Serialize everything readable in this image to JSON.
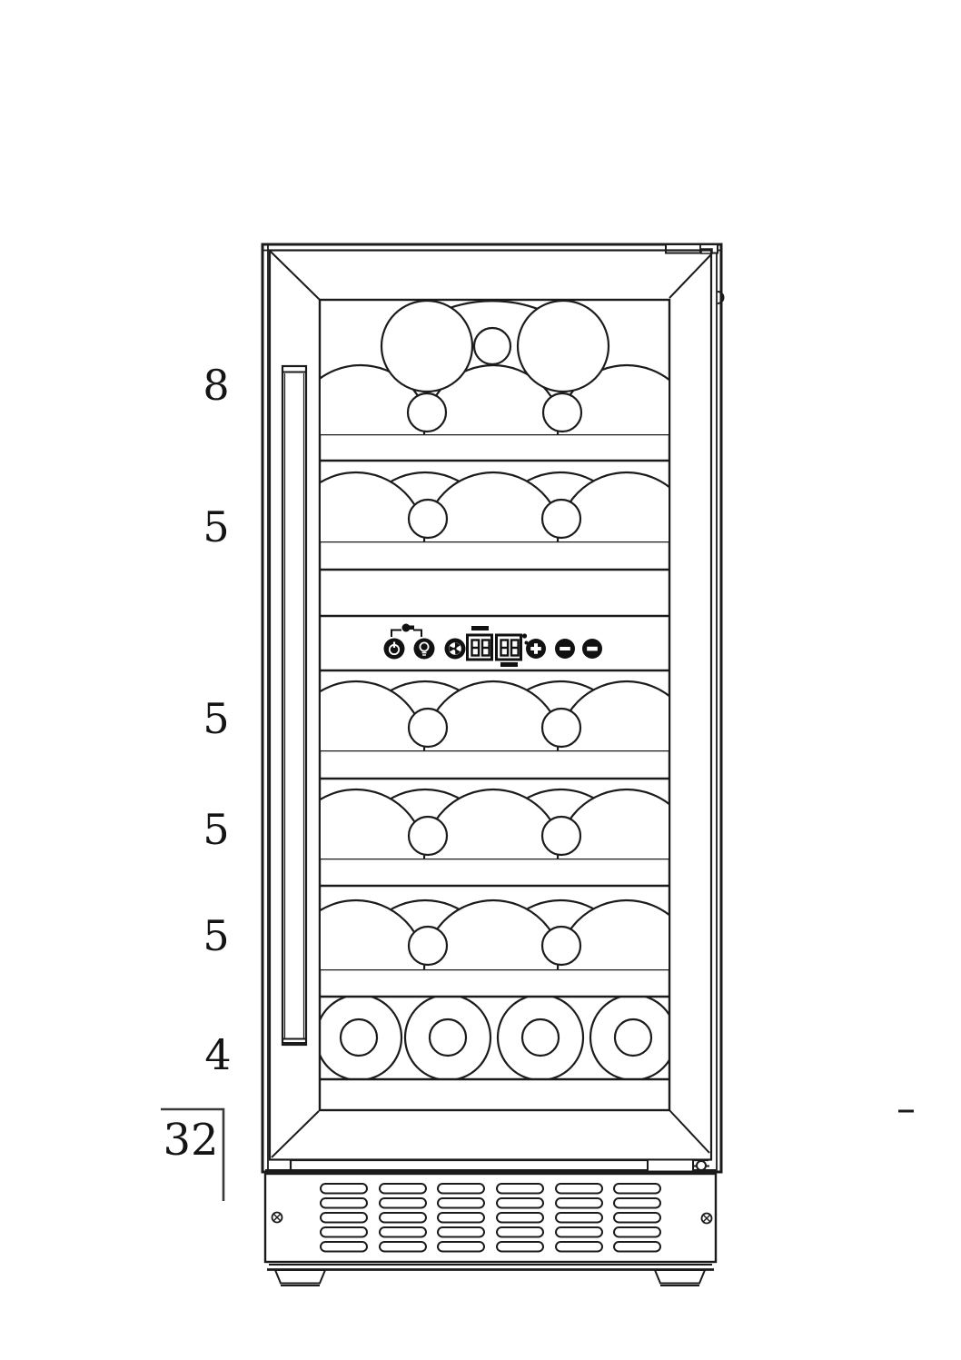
{
  "capacity": {
    "rows": [
      {
        "label": "8",
        "bottles": 8
      },
      {
        "label": "5",
        "bottles": 5
      },
      {
        "label": "5",
        "bottles": 5
      },
      {
        "label": "5",
        "bottles": 5
      },
      {
        "label": "5",
        "bottles": 5
      },
      {
        "label": "4",
        "bottles": 4
      }
    ],
    "total": {
      "label": "32",
      "bottles": 32
    }
  },
  "control_panel": {
    "display_left": "88",
    "display_right": "88",
    "buttons": [
      "power",
      "light",
      "lock-combo",
      "fan",
      "temp-plus",
      "temp-minus-upper",
      "temp-minus-lower"
    ]
  },
  "colors": {
    "line": "#1b1b1b",
    "icon_fill": "#111111",
    "background": "#ffffff"
  }
}
